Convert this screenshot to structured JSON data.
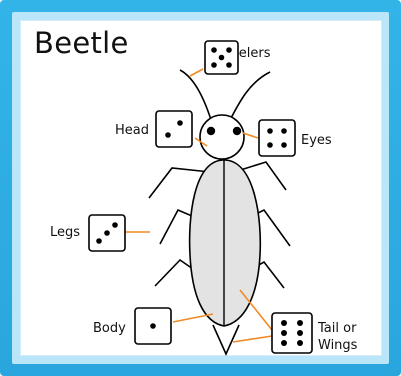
{
  "title": "Beetle",
  "parts": {
    "feelers": "Feelers",
    "head": "Head",
    "eyes": "Eyes",
    "legs": "Legs",
    "body": "Body",
    "tail_line1": "Tail or",
    "tail_line2": "Wings"
  },
  "dice_values": {
    "feelers": 5,
    "head": 2,
    "eyes": 4,
    "legs": 3,
    "body": 1,
    "tail": 6
  },
  "colors": {
    "frame": "#2aa6de",
    "leader_line": "#f08a24",
    "body_fill": "#e3e3e3"
  }
}
